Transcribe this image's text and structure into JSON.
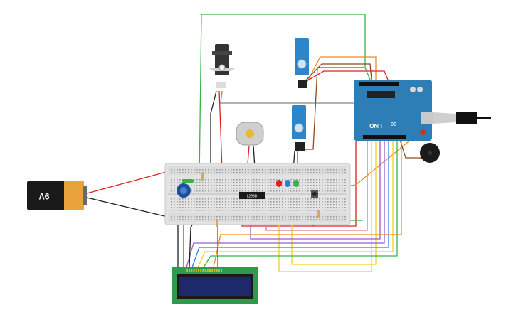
{
  "battery": {
    "label": "9V",
    "colors": {
      "body": "#1a1a1a",
      "cap": "#e8a33d"
    }
  },
  "arduino": {
    "model_label": "UNO",
    "brand_mark": "∞",
    "color": "#2d7eb6"
  },
  "chip": {
    "label": "L293D"
  },
  "lcd": {
    "pcb_color": "#2f9b4a",
    "screen_color": "#1c2a6b"
  },
  "wire_colors": {
    "red": "#e02020",
    "black": "#222222",
    "green": "#37b34a",
    "orange": "#f08a1c",
    "brown": "#8a4b20",
    "yellow": "#f2d21b",
    "purple": "#9b59d0",
    "blue": "#2f7fd6",
    "gray": "#888888",
    "pink": "#d9739b"
  }
}
